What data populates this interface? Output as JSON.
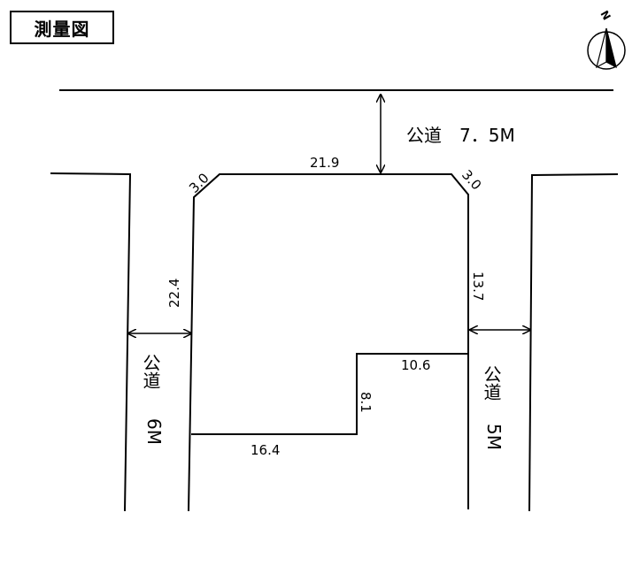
{
  "title": "測量図",
  "roads": {
    "north_label": "公道　7．5M",
    "west_label_chars": "公道",
    "west_width": "6M",
    "east_label_chars": "公道",
    "east_width": "5M"
  },
  "dimensions": {
    "top": "21.9",
    "corner_left": "3.0",
    "corner_right": "3.0",
    "left": "22.4",
    "right": "13.7",
    "step_horizontal": "10.6",
    "step_vertical": "8.1",
    "bottom": "16.4"
  },
  "compass": {
    "letter": "N"
  },
  "colors": {
    "line": "#000000",
    "background": "#ffffff"
  }
}
